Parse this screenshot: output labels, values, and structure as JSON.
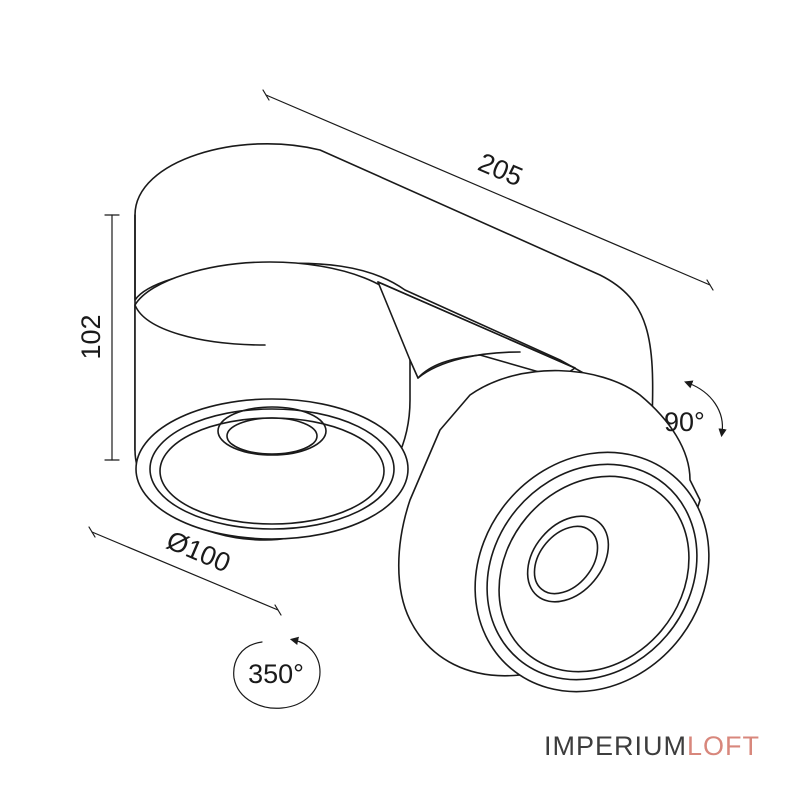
{
  "dimensions": {
    "length": "205",
    "height": "102",
    "diameter": "Ø100",
    "tilt": "90°",
    "rotation": "350°"
  },
  "brand": {
    "part1": "IMPERIUM",
    "part2": "LOFT",
    "colors": {
      "part1": "#3d3d3d",
      "part2": "#d8877c"
    }
  },
  "icons": [
    "tilt-arrow-icon",
    "rotation-arrow-icon"
  ]
}
